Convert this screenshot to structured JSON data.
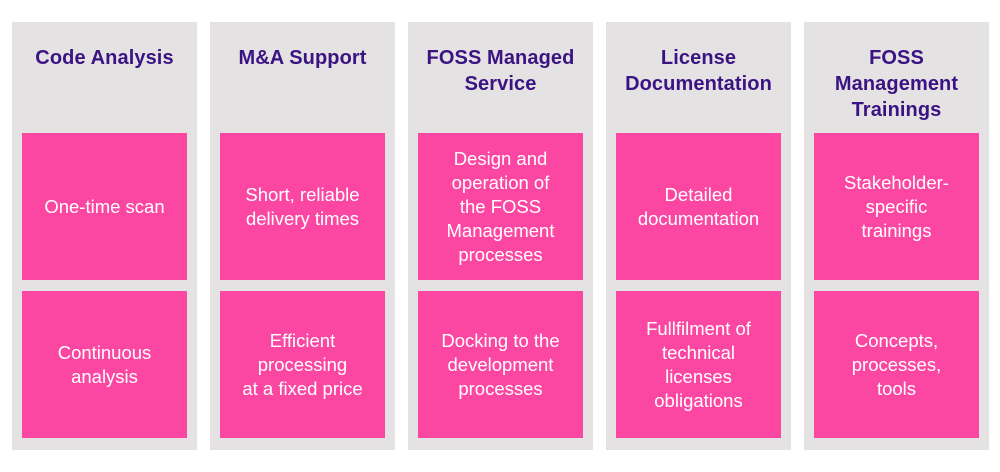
{
  "colors": {
    "page_bg": "#ffffff",
    "panel_bg": "#e4e2e2",
    "header_text": "#3b1383",
    "box_bg": "#fb47a2",
    "box_text": "#ffffff"
  },
  "columns": [
    {
      "title": "Code Analysis",
      "items": [
        "One-time scan",
        "Continuous\nanalysis"
      ]
    },
    {
      "title": "M&A Support",
      "items": [
        "Short, reliable\ndelivery times",
        "Efficient\nprocessing\nat a fixed price"
      ]
    },
    {
      "title": "FOSS Managed\nService",
      "items": [
        "Design and\noperation of\nthe FOSS\nManagement\nprocesses",
        "Docking to the\ndevelopment\nprocesses"
      ]
    },
    {
      "title": "License\nDocumentation",
      "items": [
        "Detailed\ndocumentation",
        "Fullfilment of\ntechnical\nlicenses\nobligations"
      ]
    },
    {
      "title": "FOSS\nManagement\nTrainings",
      "items": [
        "Stakeholder-\nspecific\ntrainings",
        "Concepts,\nprocesses,\ntools"
      ]
    }
  ]
}
